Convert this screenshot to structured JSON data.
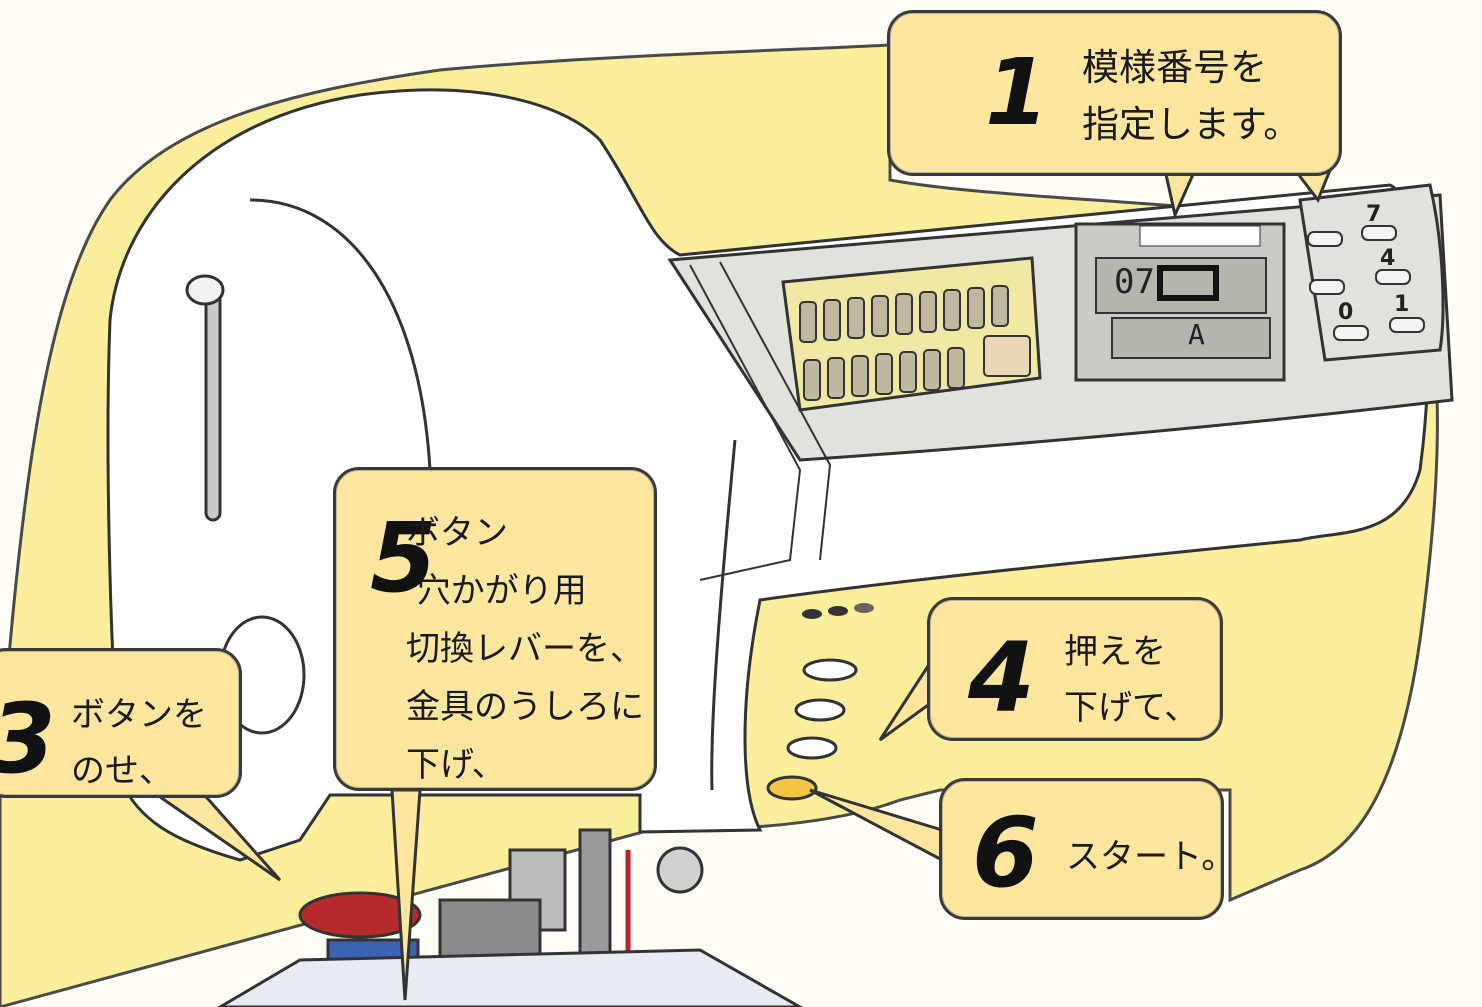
{
  "callouts": {
    "c1": {
      "number": "1",
      "text": "模様番号を\n指定します。"
    },
    "c3": {
      "number": "3",
      "text": "ボタンを\nのせ、"
    },
    "c4": {
      "number": "4",
      "text": "押えを\n下げて、"
    },
    "c5": {
      "number": "5",
      "text": "ボタン\n 穴かがり用\n切換レバーを、\n金具のうしろに\n下げ、"
    },
    "c6": {
      "number": "6",
      "text": "スタート。"
    }
  },
  "panel": {
    "lcd_value": "07",
    "lcd_mode": "A"
  },
  "keypad": {
    "keys": [
      "7",
      "4",
      "1",
      "0"
    ]
  },
  "colors": {
    "callout_fill": "#fde79f",
    "machine_accent": "#fbee9c",
    "start_button": "#f2c544",
    "panel_gray": "#dfe3dc",
    "presser_foot_blue": "#3b63b5",
    "spool_red": "#b52a2a"
  }
}
